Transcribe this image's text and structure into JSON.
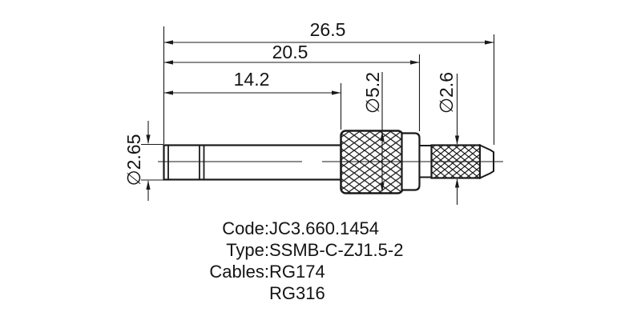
{
  "drawing": {
    "title": "SSMB connector dimensional drawing",
    "dimensions": {
      "overall_length": "26.5",
      "body_length": "20.5",
      "barrel_length": "14.2",
      "nut_diameter": "∅5.2",
      "tail_diameter": "∅2.6",
      "barrel_diameter": "∅2.65"
    },
    "colors": {
      "line": "#1a1a1a",
      "text": "#141414",
      "background": "#ffffff"
    }
  },
  "notes": {
    "rows": [
      {
        "label": "Code:",
        "value": "JC3.660.1454"
      },
      {
        "label": "Type:",
        "value": "SSMB-C-ZJ1.5-2"
      },
      {
        "label": "Cables:",
        "value": "RG174"
      },
      {
        "label": "",
        "value": "RG316"
      }
    ]
  }
}
